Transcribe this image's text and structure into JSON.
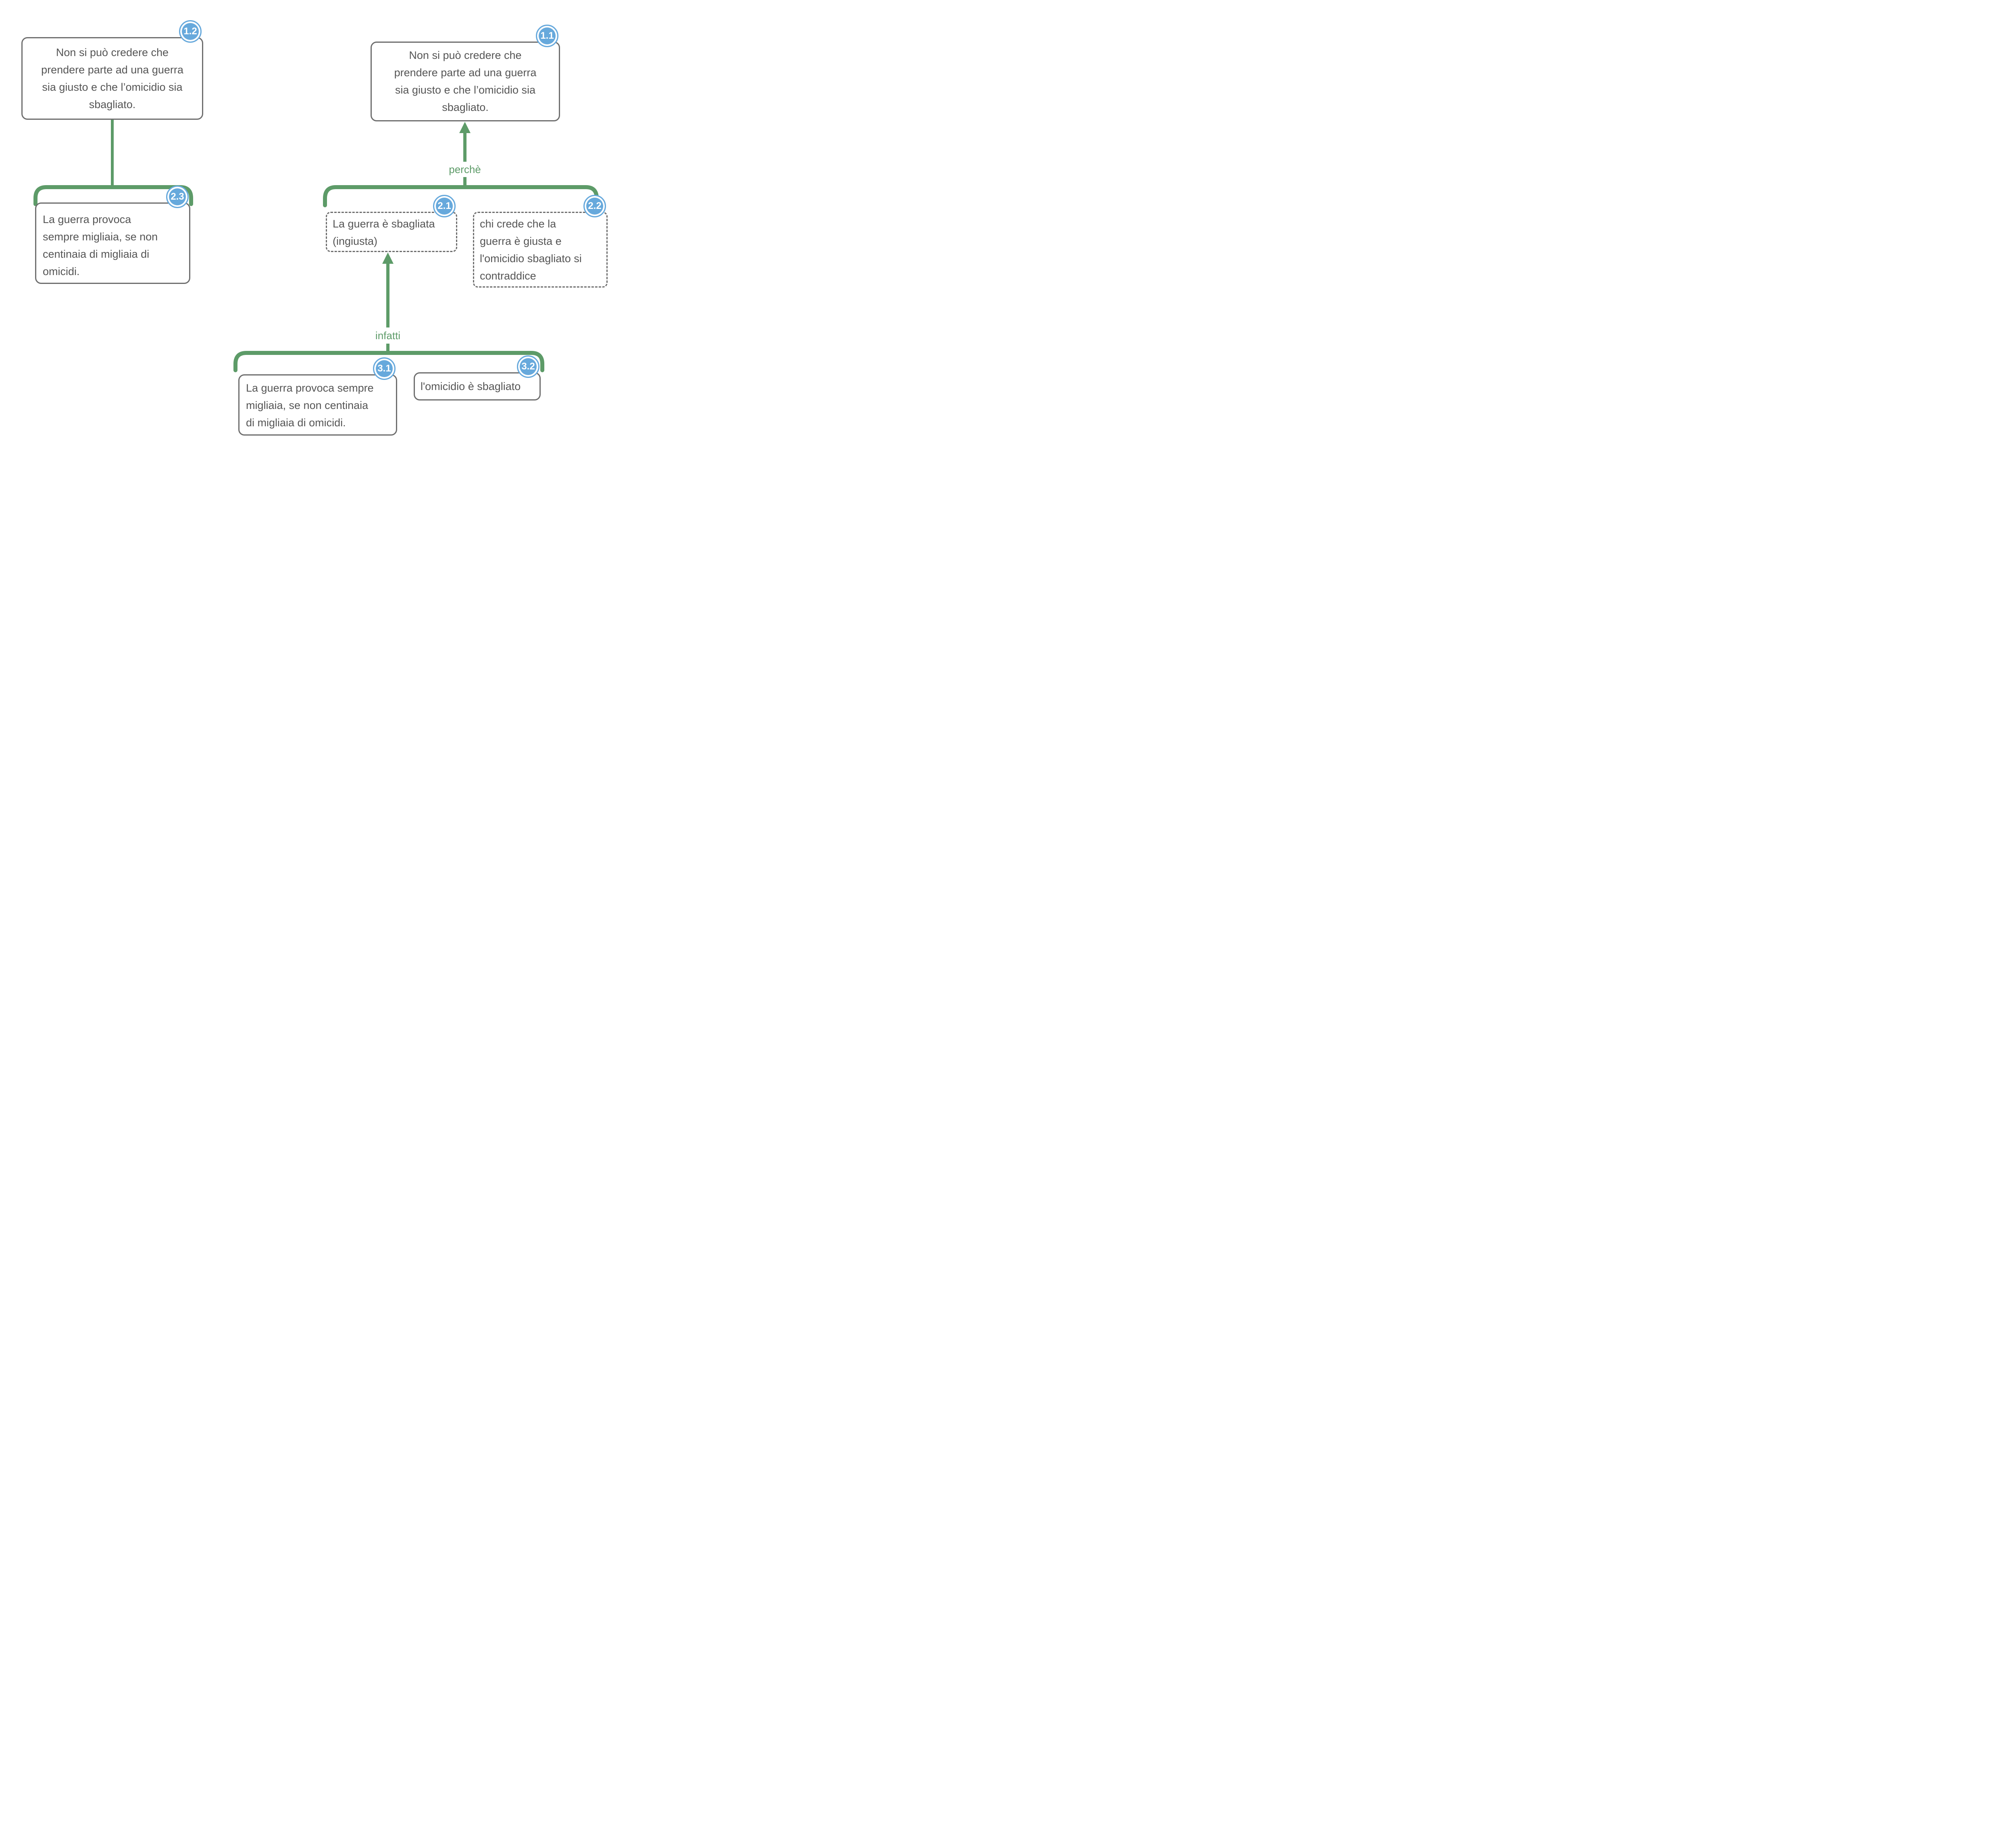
{
  "diagram": {
    "type": "argument-map",
    "background": "#ffffff",
    "colors": {
      "connector_green": "#5d9b68",
      "badge_fill": "#67a9dc",
      "badge_text": "#ffffff",
      "box_border": "#6e6e6e",
      "box_text": "#555555"
    },
    "labels": {
      "perche": "perchè",
      "infatti": "infatti"
    },
    "connectors": [
      {
        "id": "left-support",
        "label": "",
        "from": "2.3",
        "to": "1.2",
        "arrow": false
      },
      {
        "id": "perche",
        "label": "perchè",
        "from": "2.1 + 2.2",
        "to": "1.1",
        "arrow": true
      },
      {
        "id": "infatti",
        "label": "infatti",
        "from": "3.1 + 3.2",
        "to": "2.1",
        "arrow": true
      }
    ],
    "nodes": {
      "n1_2": {
        "badge": "1.2",
        "lines": [
          "Non si può credere che",
          "prendere parte ad una guerra",
          "sia giusto e che l’omicidio sia",
          "sbagliato."
        ]
      },
      "n1_1": {
        "badge": "1.1",
        "lines": [
          "Non si può credere che",
          "prendere parte ad una guerra",
          "sia giusto e che l’omicidio sia",
          "sbagliato."
        ]
      },
      "n2_3": {
        "badge": "2.3",
        "lines": [
          "La guerra provoca",
          "sempre migliaia, se non",
          "centinaia di migliaia di",
          "omicidi."
        ]
      },
      "n2_1": {
        "badge": "2.1",
        "lines": [
          "La guerra è sbagliata",
          "(ingiusta)"
        ]
      },
      "n2_2": {
        "badge": "2.2",
        "lines": [
          "chi crede che la",
          "guerra è giusta e",
          "l'omicidio sbagliato si",
          "contraddice"
        ]
      },
      "n3_1": {
        "badge": "3.1",
        "lines": [
          "La guerra provoca sempre",
          "migliaia, se non centinaia",
          "di migliaia di omicidi."
        ]
      },
      "n3_2": {
        "badge": "3.2",
        "lines": [
          "l'omicidio è sbagliato"
        ]
      }
    }
  }
}
